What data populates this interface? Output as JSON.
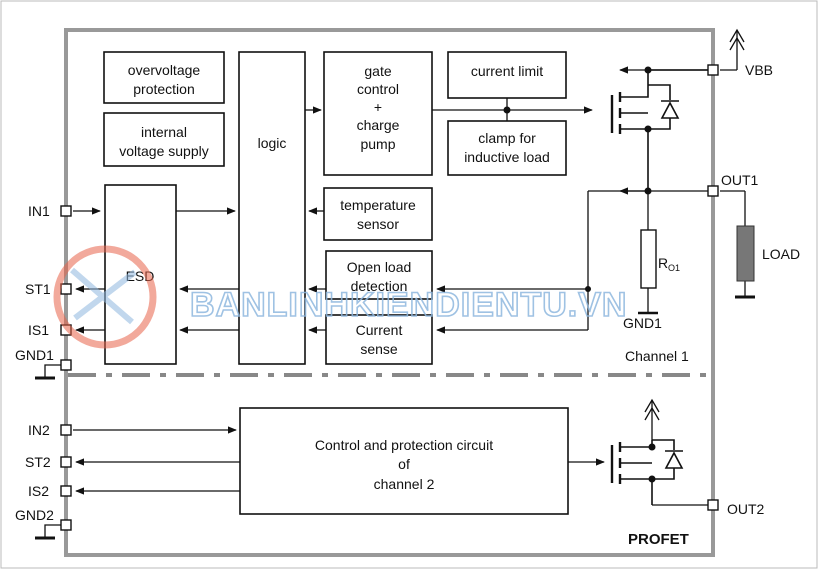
{
  "blocks": {
    "overvoltage_1": "overvoltage",
    "overvoltage_2": "protection",
    "internal_1": "internal",
    "internal_2": "voltage supply",
    "logic": "logic",
    "gate_1": "gate",
    "gate_2": "control",
    "gate_3": "+",
    "gate_4": "charge",
    "gate_5": "pump",
    "current_limit": "current limit",
    "clamp_1": "clamp for",
    "clamp_2": "inductive load",
    "temp_1": "temperature",
    "temp_2": "sensor",
    "openload_1": "Open load",
    "openload_2": "detection",
    "current_1": "Current",
    "current_2": "sense",
    "esd": "ESD",
    "ctrl2_1": "Control and protection circuit",
    "ctrl2_2": "of",
    "ctrl2_3": "channel 2"
  },
  "pins": {
    "in1": "IN1",
    "st1": "ST1",
    "is1": "IS1",
    "gnd1": "GND1",
    "in2": "IN2",
    "st2": "ST2",
    "is2": "IS2",
    "gnd2": "GND2",
    "vbb": "VBB",
    "out1": "OUT1",
    "out2": "OUT2",
    "gnd1_r": "GND1"
  },
  "labels": {
    "channel1": "Channel 1",
    "profet": "PROFET",
    "load": "LOAD",
    "resistor": "R",
    "resistor_sub": "O1"
  },
  "watermark": "BANLINHKIENDIENTU.VN",
  "colors": {
    "line": "#111111",
    "outline": "#999999",
    "load": "#777777",
    "watermark": "#8fb8df",
    "logo": "#e8634a"
  }
}
